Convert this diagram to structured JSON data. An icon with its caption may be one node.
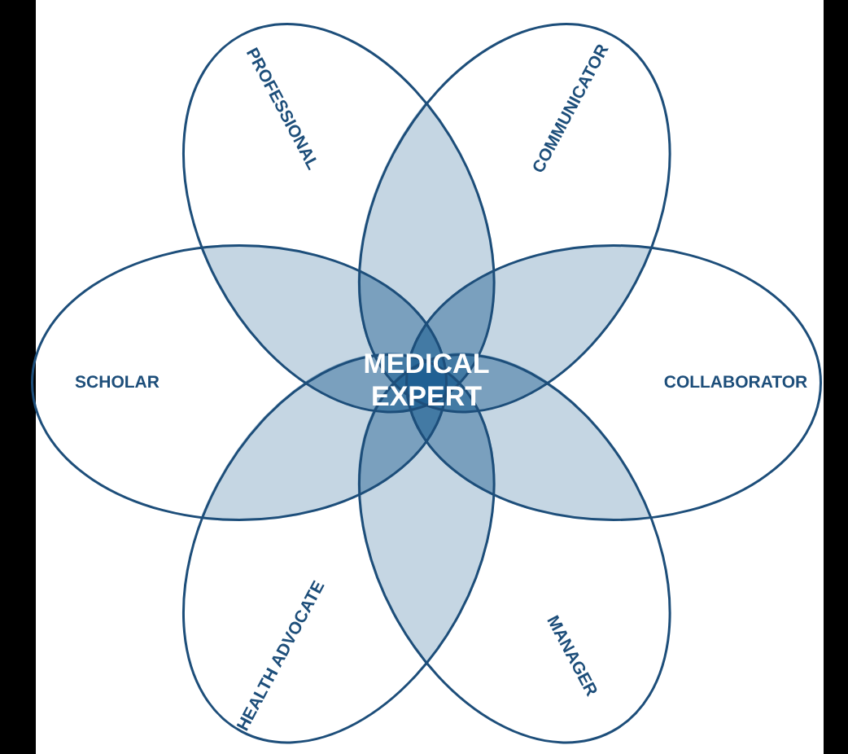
{
  "diagram": {
    "nodes": [
      {
        "text": [
          "PROFESSIONAL"
        ]
      },
      {
        "text": [
          "COMMUNICATOR"
        ]
      },
      {
        "text": [
          "SCHOLAR"
        ]
      },
      {
        "text": [
          "COLLABORATOR"
        ]
      },
      {
        "text": [
          "HEALTH ADVOCATE"
        ]
      },
      {
        "text": [
          "MANAGER"
        ]
      },
      {
        "text": [
          "MEDICAL EXPERT"
        ]
      }
    ]
  }
}
